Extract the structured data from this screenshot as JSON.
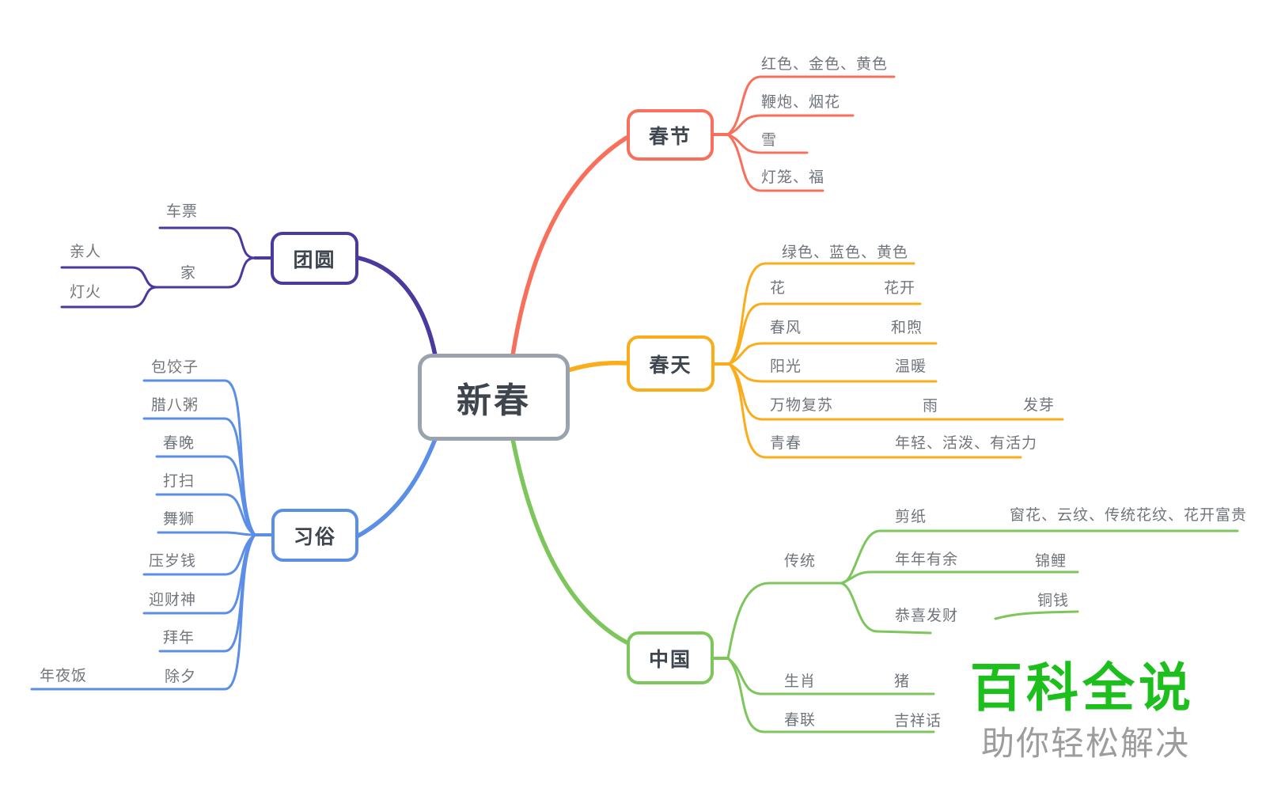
{
  "root": {
    "label": "新春"
  },
  "branches": [
    {
      "label": "春节",
      "color": "#F8705C",
      "children": [
        {
          "label": "红色、金色、黄色"
        },
        {
          "label": "鞭炮、烟花"
        },
        {
          "label": "雪"
        },
        {
          "label": "灯笼、福"
        }
      ]
    },
    {
      "label": "团圆",
      "color": "#4A3A9E",
      "children": [
        {
          "label": "车票"
        },
        {
          "label": "家",
          "children": [
            {
              "label": "亲人"
            },
            {
              "label": "灯火"
            }
          ]
        }
      ]
    },
    {
      "label": "春天",
      "color": "#FBAC1B",
      "children": [
        {
          "label": "绿色、蓝色、黄色"
        },
        {
          "label": "花",
          "children": [
            {
              "label": "花开"
            }
          ]
        },
        {
          "label": "春风",
          "children": [
            {
              "label": "和煦"
            }
          ]
        },
        {
          "label": "阳光",
          "children": [
            {
              "label": "温暖"
            }
          ]
        },
        {
          "label": "万物复苏",
          "children": [
            {
              "label": "雨",
              "children": [
                {
                  "label": "发芽"
                }
              ]
            }
          ]
        },
        {
          "label": "青春",
          "children": [
            {
              "label": "年轻、活泼、有活力"
            }
          ]
        }
      ]
    },
    {
      "label": "习俗",
      "color": "#5B8EE6",
      "children": [
        {
          "label": "包饺子"
        },
        {
          "label": "腊八粥"
        },
        {
          "label": "春晚"
        },
        {
          "label": "打扫"
        },
        {
          "label": "舞狮"
        },
        {
          "label": "压岁钱"
        },
        {
          "label": "迎财神"
        },
        {
          "label": "拜年"
        },
        {
          "label": "除夕",
          "children": [
            {
              "label": "年夜饭"
            }
          ]
        }
      ]
    },
    {
      "label": "中国",
      "color": "#7CC65B",
      "children": [
        {
          "label": "传统",
          "children": [
            {
              "label": "剪纸",
              "children": [
                {
                  "label": "窗花、云纹、传统花纹、花开富贵"
                }
              ]
            },
            {
              "label": "年年有余",
              "children": [
                {
                  "label": "锦鲤"
                }
              ]
            },
            {
              "label": "恭喜发财",
              "children": [
                {
                  "label": "铜钱"
                }
              ]
            }
          ]
        },
        {
          "label": "生肖",
          "children": [
            {
              "label": "猪"
            }
          ]
        },
        {
          "label": "春联",
          "children": [
            {
              "label": "吉祥话"
            }
          ]
        }
      ]
    }
  ],
  "colors": {
    "center_border": "#9AA2AD",
    "node_text": "#3F454E",
    "leaf_text": "#70757B"
  },
  "watermark": {
    "title": "百科全说",
    "subtitle": "助你轻松解决",
    "title_color": "#1CBF1C",
    "subtitle_color": "#9C9C9C"
  }
}
